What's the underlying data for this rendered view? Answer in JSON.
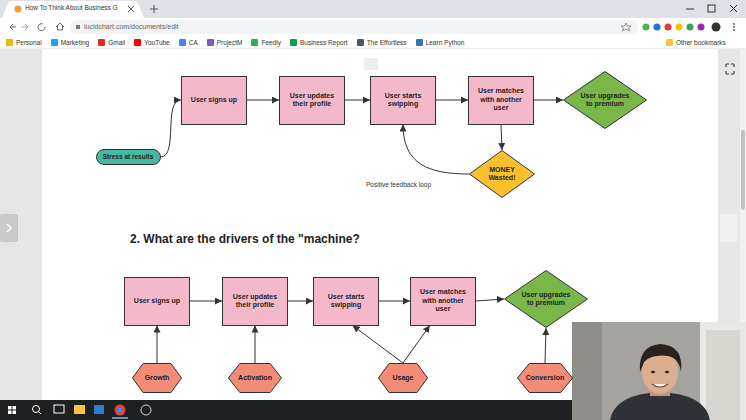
{
  "diagram": {
    "nodes": [
      {
        "text": [
          "User signs up"
        ]
      },
      {
        "text": [
          "User updates their profile"
        ]
      },
      {
        "text": [
          "User starts swipping"
        ]
      },
      {
        "text": [
          "User matches with another user"
        ]
      },
      {
        "text": [
          "User upgrades to premium"
        ]
      },
      {
        "text": [
          "Stress at results"
        ]
      },
      {
        "text": [
          "MONEY Wasted!"
        ]
      },
      {
        "text": [
          "User signs up"
        ]
      },
      {
        "text": [
          "User updates their profile"
        ]
      },
      {
        "text": [
          "User starts swipping"
        ]
      },
      {
        "text": [
          "User matches with another user"
        ]
      },
      {
        "text": [
          "User upgrades to premium"
        ]
      },
      {
        "text": [
          "Growth"
        ]
      },
      {
        "text": [
          "Activation"
        ]
      },
      {
        "text": [
          "Usage"
        ]
      },
      {
        "text": [
          "Conversion"
        ]
      }
    ],
    "edges": [
      {
        "from": 5,
        "to": 0,
        "arrow": "to"
      },
      {
        "from": 0,
        "to": 1,
        "arrow": "to"
      },
      {
        "from": 1,
        "to": 2,
        "arrow": "to"
      },
      {
        "from": 2,
        "to": 3,
        "arrow": "to"
      },
      {
        "from": 3,
        "to": 4,
        "arrow": "to"
      },
      {
        "from": 3,
        "to": 6,
        "arrow": "to"
      },
      {
        "from": 6,
        "to": 2,
        "arrow": "to"
      },
      {
        "from": 7,
        "to": 8,
        "arrow": "to"
      },
      {
        "from": 8,
        "to": 9,
        "arrow": "to"
      },
      {
        "from": 9,
        "to": 10,
        "arrow": "to"
      },
      {
        "from": 10,
        "to": 11,
        "arrow": "to"
      },
      {
        "from": 12,
        "to": 7,
        "arrow": "to"
      },
      {
        "from": 13,
        "to": 8,
        "arrow": "to"
      },
      {
        "from": 14,
        "to": 9,
        "arrow": "to"
      },
      {
        "from": 14,
        "to": 10,
        "arrow": "to"
      },
      {
        "from": 15,
        "to": 11,
        "arrow": "to"
      }
    ],
    "labels": [
      "How To Think About Business G",
      "lucidchart.com/documents/edit",
      "Personal",
      "Marketing",
      "Gmail",
      "YouTube",
      "CA",
      "ProjectM",
      "Feedly",
      "Business Report",
      "The Effortless",
      "Learn Python",
      "Other bookmarks",
      "Positive feedback loop",
      "2. What are the drivers of the \"machine?"
    ]
  }
}
